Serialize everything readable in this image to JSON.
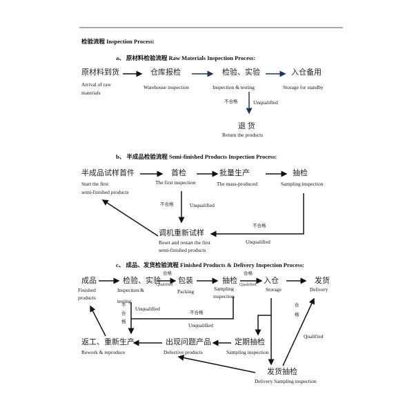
{
  "title": "检验流程 Inspection Process:",
  "a": {
    "heading": "a、  原材料检验流程 Raw Materials Inspection Process:",
    "n1_cn": "原材料到货",
    "n1_en1": "Arrival of raw",
    "n1_en2": "materials",
    "n2_cn": "仓库报检",
    "n2_en": "Warehouse inspection",
    "n3_cn": "检验、实验",
    "n3_en": "Inspection & testing",
    "n4_cn": "入仓备用",
    "n4_en": "Storage for standby",
    "uq_cn": "不合格",
    "uq_en": "Unqualified",
    "n5_cn": "退 货",
    "n5_en": "Return the products"
  },
  "b": {
    "heading": "b、  半成品检验流程 Semi-finished Products Inspection Process:",
    "n1_cn": "半成品试样首件",
    "n1_en1": "Start the first",
    "n1_en2": "semi-finished products",
    "n2_cn": "首检",
    "n2_en": "The first inspection",
    "n3_cn": "批量生产",
    "n3_en": "The mass-produced",
    "n4_cn": "抽检",
    "n4_en": "Sampling inspection",
    "uq1_cn": "不合格",
    "uq1_en": "Unqualified",
    "uq2_cn": "不合格",
    "uq2_en": "Unqualified",
    "n5_cn": "调机重新试样",
    "n5_en1": "Reset and restart the first",
    "n5_en2": "semi-finished products"
  },
  "c": {
    "heading": "c、  成品、发货检验流程 Finished Products & Delivery Inspection Process:",
    "n1_cn": "成品",
    "n1_en1": "Finished",
    "n1_en2": "products",
    "n2_cn": "检验、实验",
    "n2_en1": "Inspection &",
    "n2_en2": "testing",
    "n3_cn": "包装",
    "n3_en": "Packing",
    "n4_cn": "抽检",
    "n4_en1": "Sampling",
    "n4_en2": "inspection",
    "n5_cn": "入仓",
    "n5_en": "Storage",
    "n6_cn": "发货",
    "n6_en": "Delivery",
    "q1_cn": "合格",
    "q1_en": "Qualified",
    "q2_cn": "合格",
    "q2_en": "Qualified",
    "uq1_cn1": "不",
    "uq1_cn2": "合",
    "uq1_cn3": "格",
    "uq1_en": "Unqualified",
    "uq2_cn": "不合格",
    "uq2_en": "Unqualified",
    "q3_cn1": "合",
    "q3_cn2": "格",
    "q3_en": "Qualified",
    "r1_cn": "返工、重新生产",
    "r1_en": "Rework & reproduce",
    "r2_cn": "出现问题产品",
    "r2_en": "Defective products",
    "r3_cn": "定期抽检",
    "r3_en": "Sampling inspection",
    "r4_cn": "发货抽检",
    "r4_en": "Delivery Sampling inspection"
  }
}
